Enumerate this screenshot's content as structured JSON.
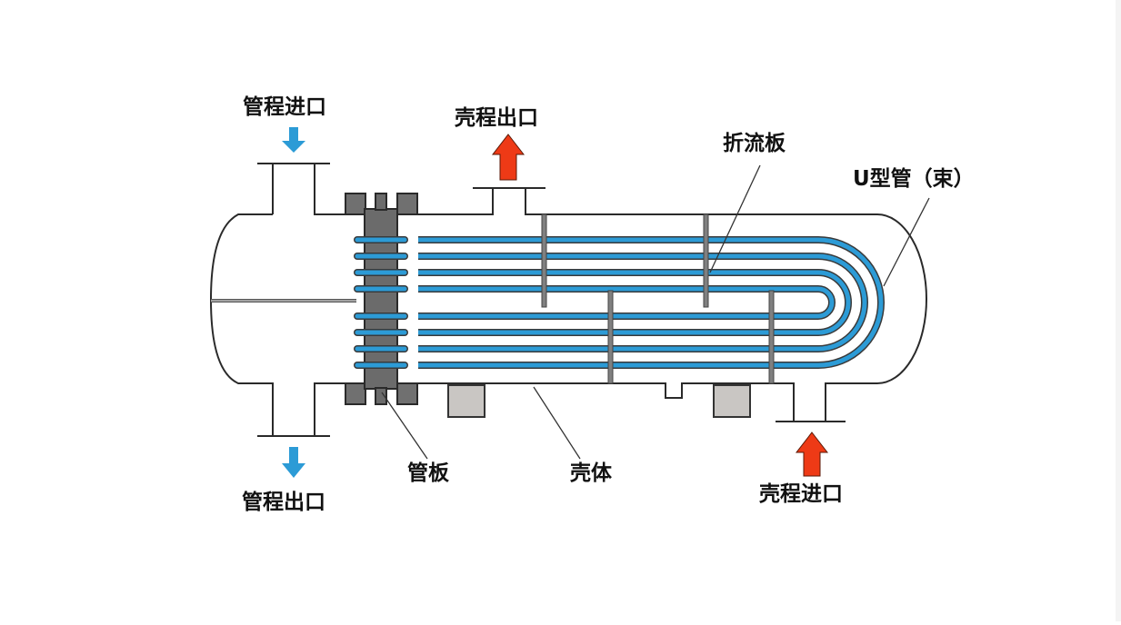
{
  "labels": {
    "tube_inlet": "管程进口",
    "tube_outlet": "管程出口",
    "shell_outlet": "壳程出口",
    "shell_inlet": "壳程进口",
    "baffle": "折流板",
    "u_tube_bundle": "U型管（束）",
    "tube_sheet": "管板",
    "shell": "壳体"
  },
  "colors": {
    "tube": "#2c9bd6",
    "tube_outline": "#3a3a3a",
    "tube_arrow": "#2c9bd6",
    "shell_arrow": "#ee3a16",
    "tube_sheet": "#6b6b6b",
    "support": "#c9c6c3",
    "baffle": "#808080"
  }
}
